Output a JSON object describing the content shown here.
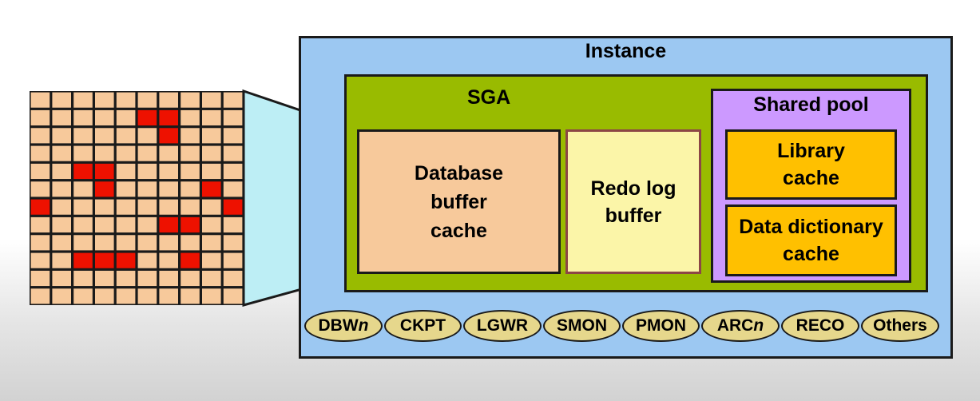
{
  "instance": {
    "title": "Instance"
  },
  "sga": {
    "title": "SGA"
  },
  "database_buffer_cache": {
    "line1": "Database",
    "line2": "buffer",
    "line3": "cache"
  },
  "redo_log_buffer": {
    "line1": "Redo log",
    "line2": "buffer"
  },
  "shared_pool": {
    "title": "Shared pool"
  },
  "library_cache": {
    "line1": "Library",
    "line2": "cache"
  },
  "data_dictionary_cache": {
    "line1": "Data dictionary",
    "line2": "cache"
  },
  "processes": [
    {
      "name": "DBW",
      "suffix": "n"
    },
    {
      "name": "CKPT",
      "suffix": ""
    },
    {
      "name": "LGWR",
      "suffix": ""
    },
    {
      "name": "SMON",
      "suffix": ""
    },
    {
      "name": "PMON",
      "suffix": ""
    },
    {
      "name": "ARC",
      "suffix": "n"
    },
    {
      "name": "RECO",
      "suffix": ""
    },
    {
      "name": "Others",
      "suffix": ""
    }
  ],
  "buffer_grid": {
    "rows": 12,
    "cols": 10,
    "dirty_cells": [
      [
        1,
        5
      ],
      [
        1,
        6
      ],
      [
        2,
        6
      ],
      [
        4,
        2
      ],
      [
        4,
        3
      ],
      [
        5,
        3
      ],
      [
        5,
        8
      ],
      [
        6,
        0
      ],
      [
        6,
        9
      ],
      [
        7,
        6
      ],
      [
        7,
        7
      ],
      [
        9,
        2
      ],
      [
        9,
        3
      ],
      [
        9,
        4
      ],
      [
        9,
        7
      ]
    ]
  },
  "colors": {
    "instance_fill": "#9cc8f2",
    "sga_fill": "#99bb00",
    "database_buffer_cache_fill": "#f7c99b",
    "redo_log_buffer_fill": "#fbf5a8",
    "shared_pool_fill": "#cc99ff",
    "cache_fill": "#ffc000",
    "process_fill": "#e6d78c",
    "grid_cell": "#f7c99b",
    "grid_dirty": "#ee1100",
    "zoom_trapezoid": "#bdeef5"
  }
}
